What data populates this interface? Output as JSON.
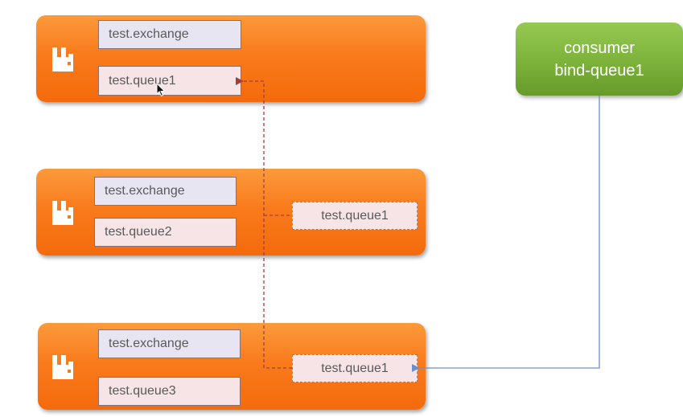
{
  "nodes": [
    {
      "exchange": "test.exchange",
      "queue": "test.queue1"
    },
    {
      "exchange": "test.exchange",
      "queue": "test.queue2",
      "mirror_queue": "test.queue1"
    },
    {
      "exchange": "test.exchange",
      "queue": "test.queue3",
      "mirror_queue": "test.queue1"
    }
  ],
  "consumer": {
    "line1": "consumer",
    "line2": "bind-queue1"
  },
  "colors": {
    "node_orange": "#f97b1c",
    "consumer_green": "#7cb23a",
    "dashed_link": "#a0403a",
    "consumer_link": "#6f8fc8"
  },
  "icons": {
    "node_logo": "rabbitmq-logo-icon",
    "pointer": "mouse-cursor-icon"
  }
}
